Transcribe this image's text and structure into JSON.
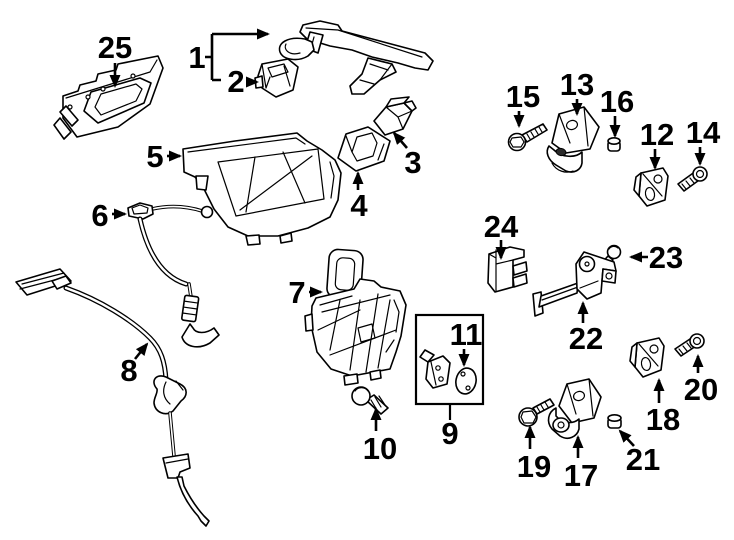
{
  "diagram": {
    "kind": "exploded-parts-diagram",
    "colors": {
      "line": "#000000",
      "background": "#ffffff"
    },
    "callouts": {
      "c1": "1",
      "c2": "2",
      "c3": "3",
      "c4": "4",
      "c5": "5",
      "c6": "6",
      "c7": "7",
      "c8": "8",
      "c9": "9",
      "c10": "10",
      "c11": "11",
      "c12": "12",
      "c13": "13",
      "c14": "14",
      "c15": "15",
      "c16": "16",
      "c17": "17",
      "c18": "18",
      "c19": "19",
      "c20": "20",
      "c21": "21",
      "c22": "22",
      "c23": "23",
      "c24": "24",
      "c25": "25"
    }
  }
}
